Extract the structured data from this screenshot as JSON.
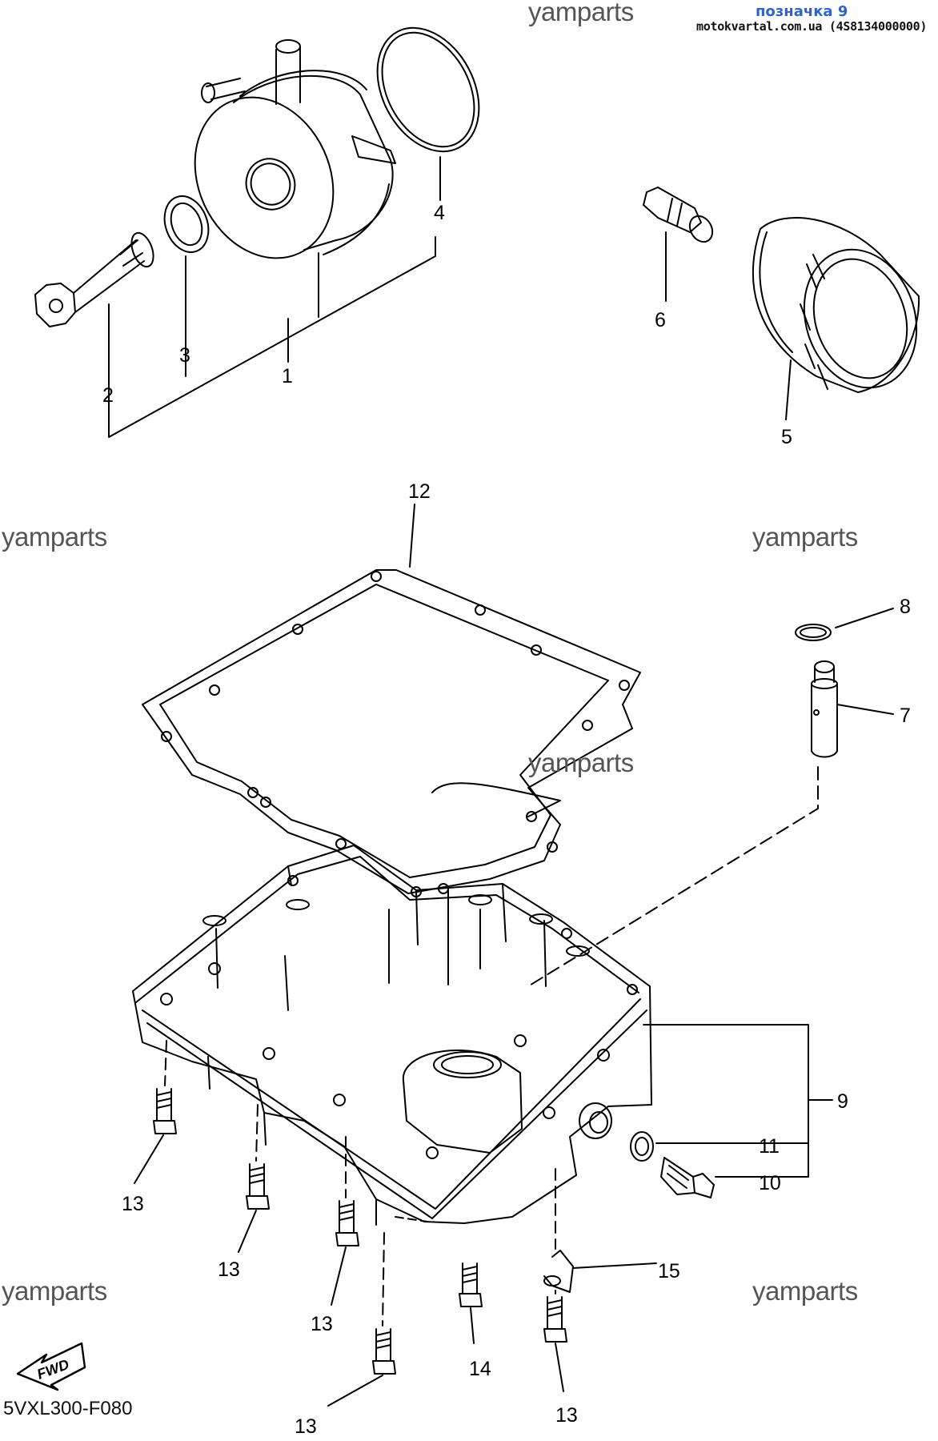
{
  "header": {
    "marker": "позначка 9",
    "site": "motokvartal.com.ua (4S8134000000)"
  },
  "watermark": "yamparts",
  "diagram_code": "5VXL300-F080",
  "fwd_label": "FWD",
  "callouts": [
    "1",
    "2",
    "3",
    "4",
    "5",
    "6",
    "7",
    "8",
    "9",
    "10",
    "11",
    "12",
    "13",
    "14",
    "15"
  ]
}
